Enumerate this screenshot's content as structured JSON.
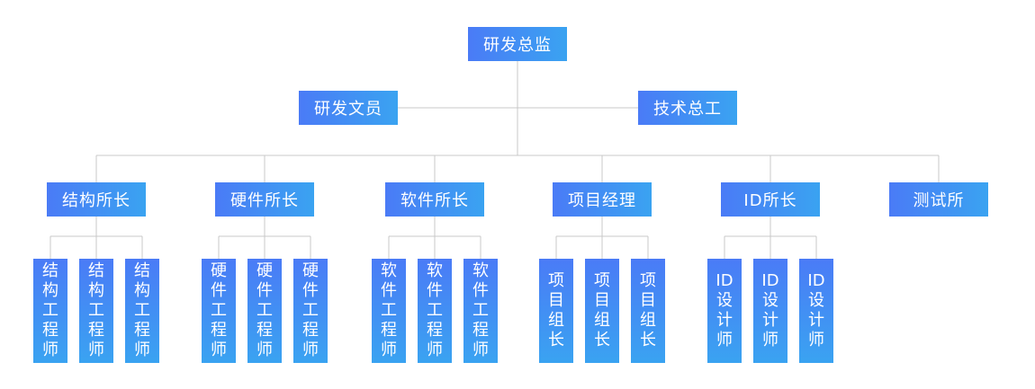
{
  "root": {
    "label": "研发总监"
  },
  "staff": [
    {
      "label": "研发文员"
    },
    {
      "label": "技术总工"
    }
  ],
  "departments": [
    {
      "label": "结构所长",
      "children": [
        "结构工程师",
        "结构工程师",
        "结构工程师"
      ]
    },
    {
      "label": "硬件所长",
      "children": [
        "硬件工程师",
        "硬件工程师",
        "硬件工程师"
      ]
    },
    {
      "label": "软件所长",
      "children": [
        "软件工程师",
        "软件工程师",
        "软件工程师"
      ]
    },
    {
      "label": "项目经理",
      "children": [
        "项目组长",
        "项目组长",
        "项目组长"
      ]
    },
    {
      "label": "ID所长",
      "children": [
        "ID设计师",
        "ID设计师",
        "ID设计师"
      ]
    },
    {
      "label": "测试所",
      "children": []
    }
  ],
  "colors": {
    "box_start": "#4a7bf6",
    "box_end": "#3aa3f1",
    "connector": "#c8c8c8"
  }
}
